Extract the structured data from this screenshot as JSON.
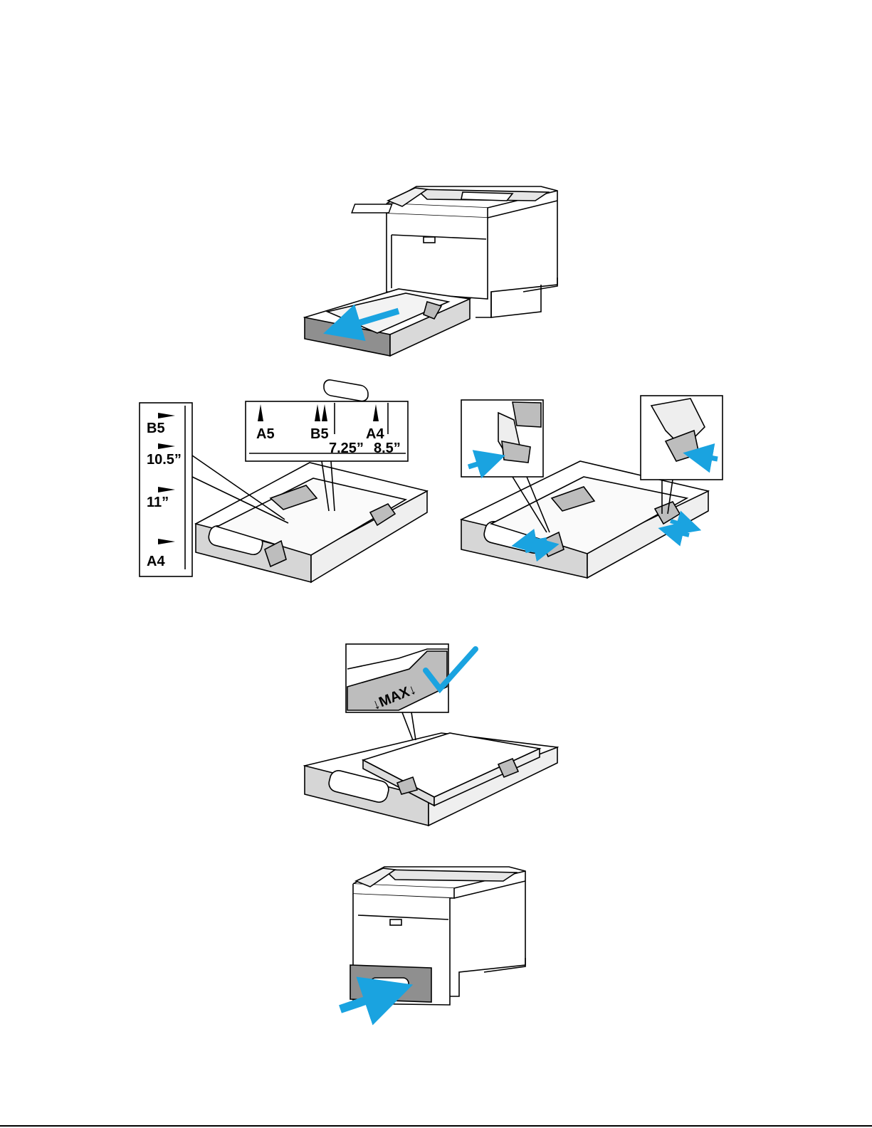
{
  "colors": {
    "arrow": "#1aa3e0",
    "line": "#000000",
    "shade": "#bdbdbd",
    "shade_dark": "#8f8f8f"
  },
  "steps": [
    {
      "name": "step-1-pull-tray",
      "icon": "arrow-out-icon"
    },
    {
      "name": "step-2-size-labels",
      "icon": "guide-labels-icon"
    },
    {
      "name": "step-3-adjust-guides",
      "icon": "squeeze-guides-icon"
    },
    {
      "name": "step-4-max-line",
      "icon": "check-icon"
    },
    {
      "name": "step-5-insert-tray",
      "icon": "arrow-in-icon"
    }
  ],
  "side_scale": {
    "labels": [
      "B5",
      "10.5”",
      "11”",
      "A4"
    ]
  },
  "top_scale": {
    "row1": [
      "A5",
      "B5",
      "A4"
    ],
    "row2": [
      "7.25”",
      "8.5”"
    ]
  },
  "max_label": "↓MAX↓"
}
